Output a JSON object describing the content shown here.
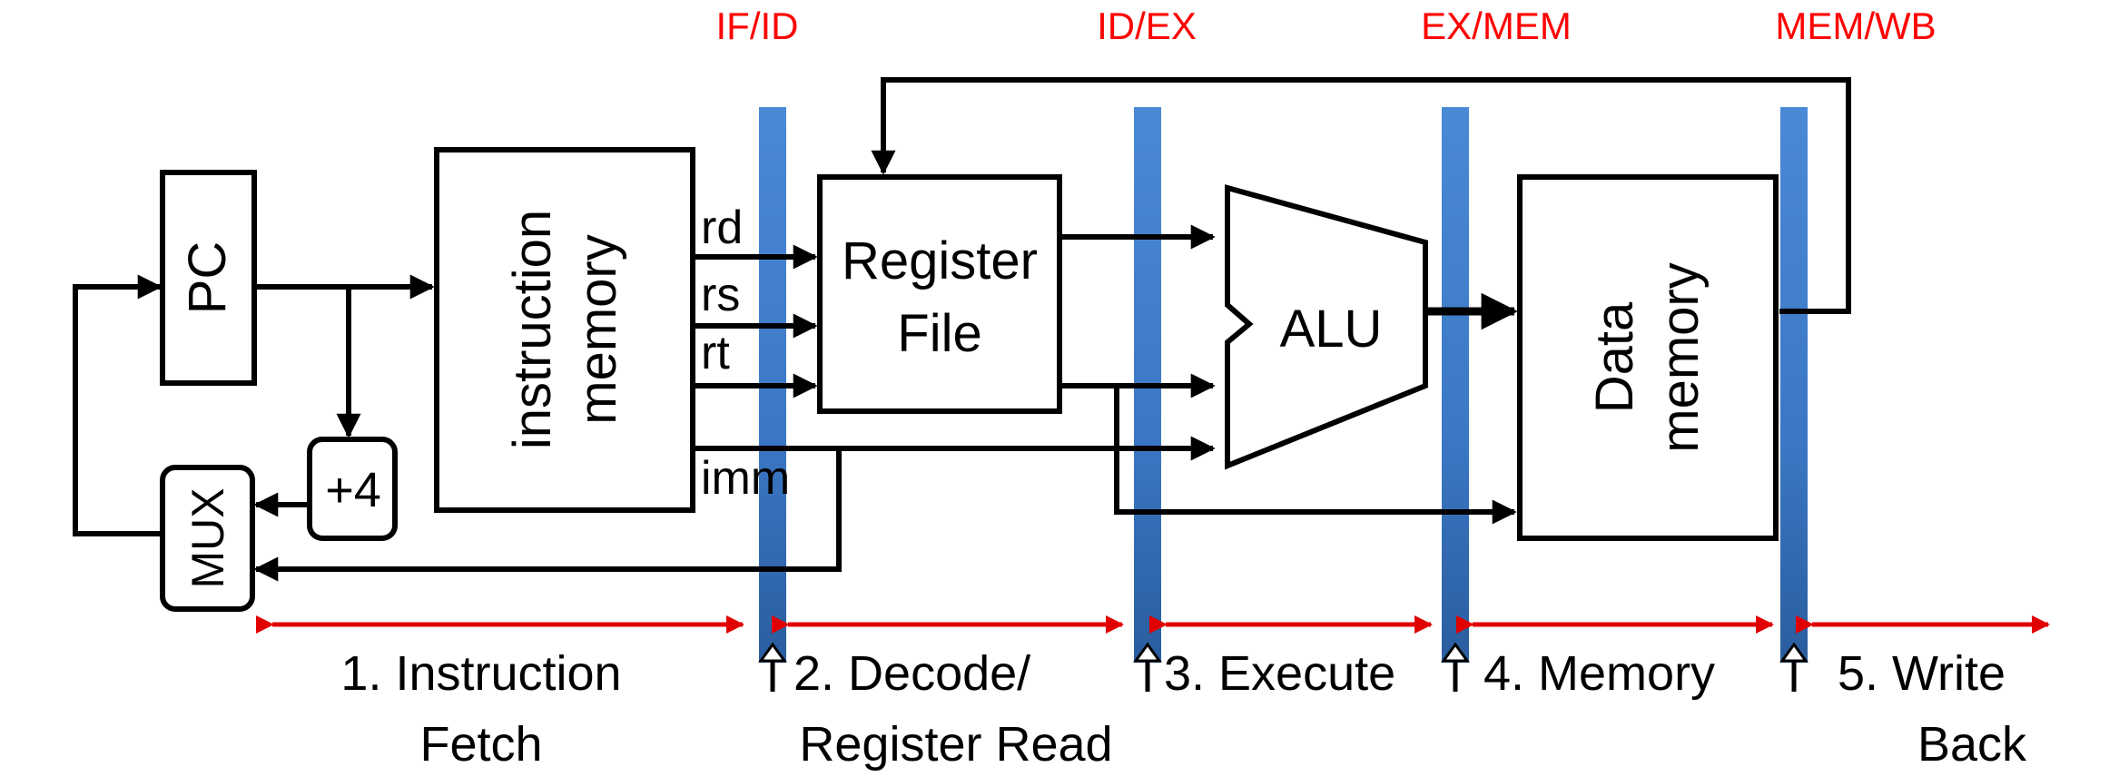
{
  "pipeline_registers": [
    "IF/ID",
    "ID/EX",
    "EX/MEM",
    "MEM/WB"
  ],
  "blocks": {
    "pc": "PC",
    "instruction_memory": [
      "instruction",
      "memory"
    ],
    "plus4": "+4",
    "mux": "MUX",
    "register_file": [
      "Register",
      "File"
    ],
    "alu": "ALU",
    "data_memory": [
      "Data",
      "memory"
    ]
  },
  "fields": [
    "rd",
    "rs",
    "rt",
    "imm"
  ],
  "stages": [
    {
      "number": "1.",
      "lines": [
        "1. Instruction",
        "Fetch"
      ]
    },
    {
      "number": "2.",
      "lines": [
        "2. Decode/",
        "Register Read"
      ]
    },
    {
      "number": "3.",
      "lines": [
        "3. Execute"
      ]
    },
    {
      "number": "4.",
      "lines": [
        "4. Memory"
      ]
    },
    {
      "number": "5.",
      "lines": [
        "5. Write",
        "Back"
      ]
    }
  ],
  "colors": {
    "register_label": "#ff0000",
    "stage_arrow": "#ff0000",
    "pipeline_bar": "#3f7fcf",
    "wire": "#000000"
  }
}
